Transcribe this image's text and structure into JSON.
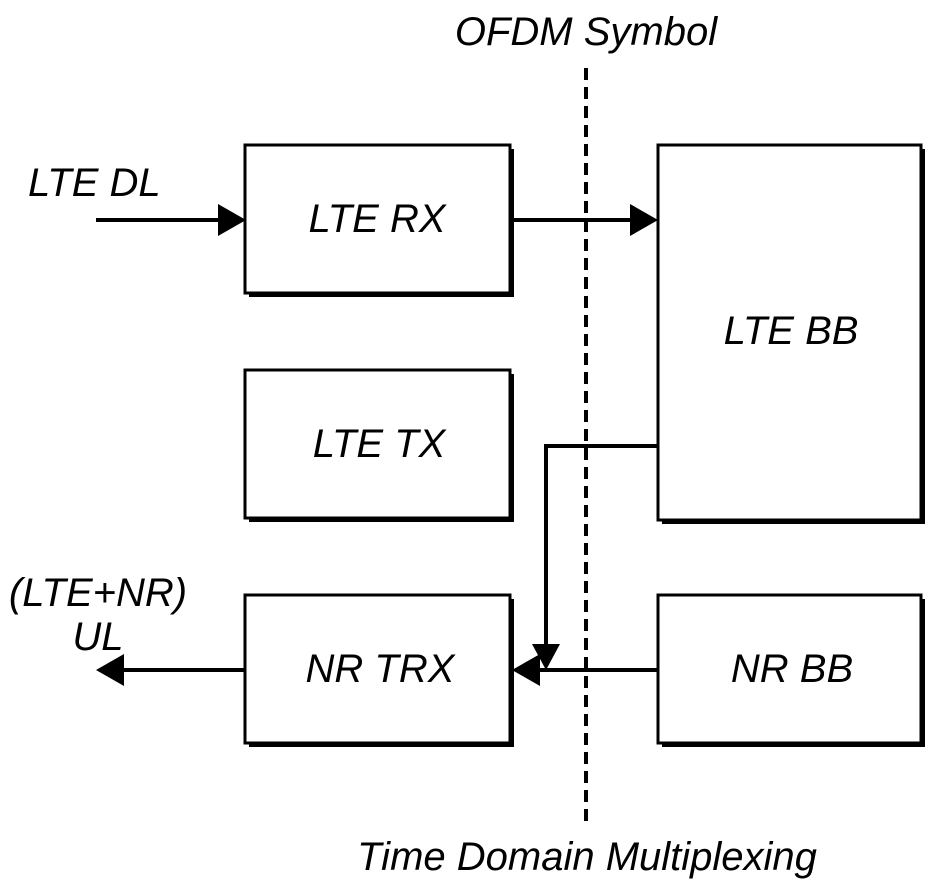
{
  "labels": {
    "top_caption": "OFDM Symbol",
    "bottom_caption": "Time Domain Multiplexing",
    "lte_dl": "LTE DL",
    "ul_line1": "(LTE+NR)",
    "ul_line2": "UL"
  },
  "blocks": {
    "lte_rx": "LTE RX",
    "lte_tx": "LTE TX",
    "nr_trx": "NR TRX",
    "lte_bb": "LTE BB",
    "nr_bb": "NR BB"
  },
  "colors": {
    "stroke": "#000000",
    "shadow": "#000000",
    "background": "#ffffff"
  }
}
